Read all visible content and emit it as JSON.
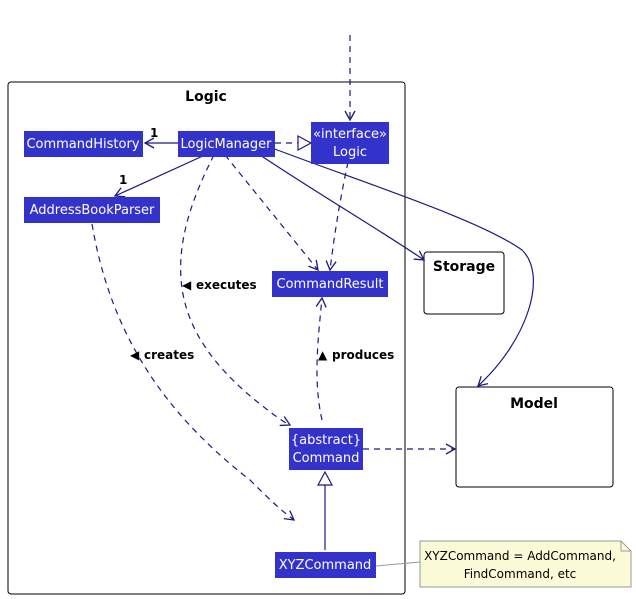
{
  "packages": {
    "logic": "Logic",
    "storage": "Storage",
    "model": "Model"
  },
  "classes": {
    "command_history": "CommandHistory",
    "logic_manager": "LogicManager",
    "logic_stereotype": "«interface»",
    "logic_name": "Logic",
    "address_book_parser": "AddressBookParser",
    "command_result": "CommandResult",
    "command_stereotype": "{abstract}",
    "command_name": "Command",
    "xyz_command": "XYZCommand"
  },
  "relations": {
    "executes": "executes",
    "creates": "creates",
    "produces": "produces",
    "mult_history": "1",
    "mult_parser": "1"
  },
  "note": {
    "line1": "XYZCommand = AddCommand,",
    "line2": "FindCommand, etc"
  },
  "colors": {
    "class_fill": "#3333cc",
    "edge": "#1a1a80",
    "note_fill": "#fbfbd8"
  }
}
